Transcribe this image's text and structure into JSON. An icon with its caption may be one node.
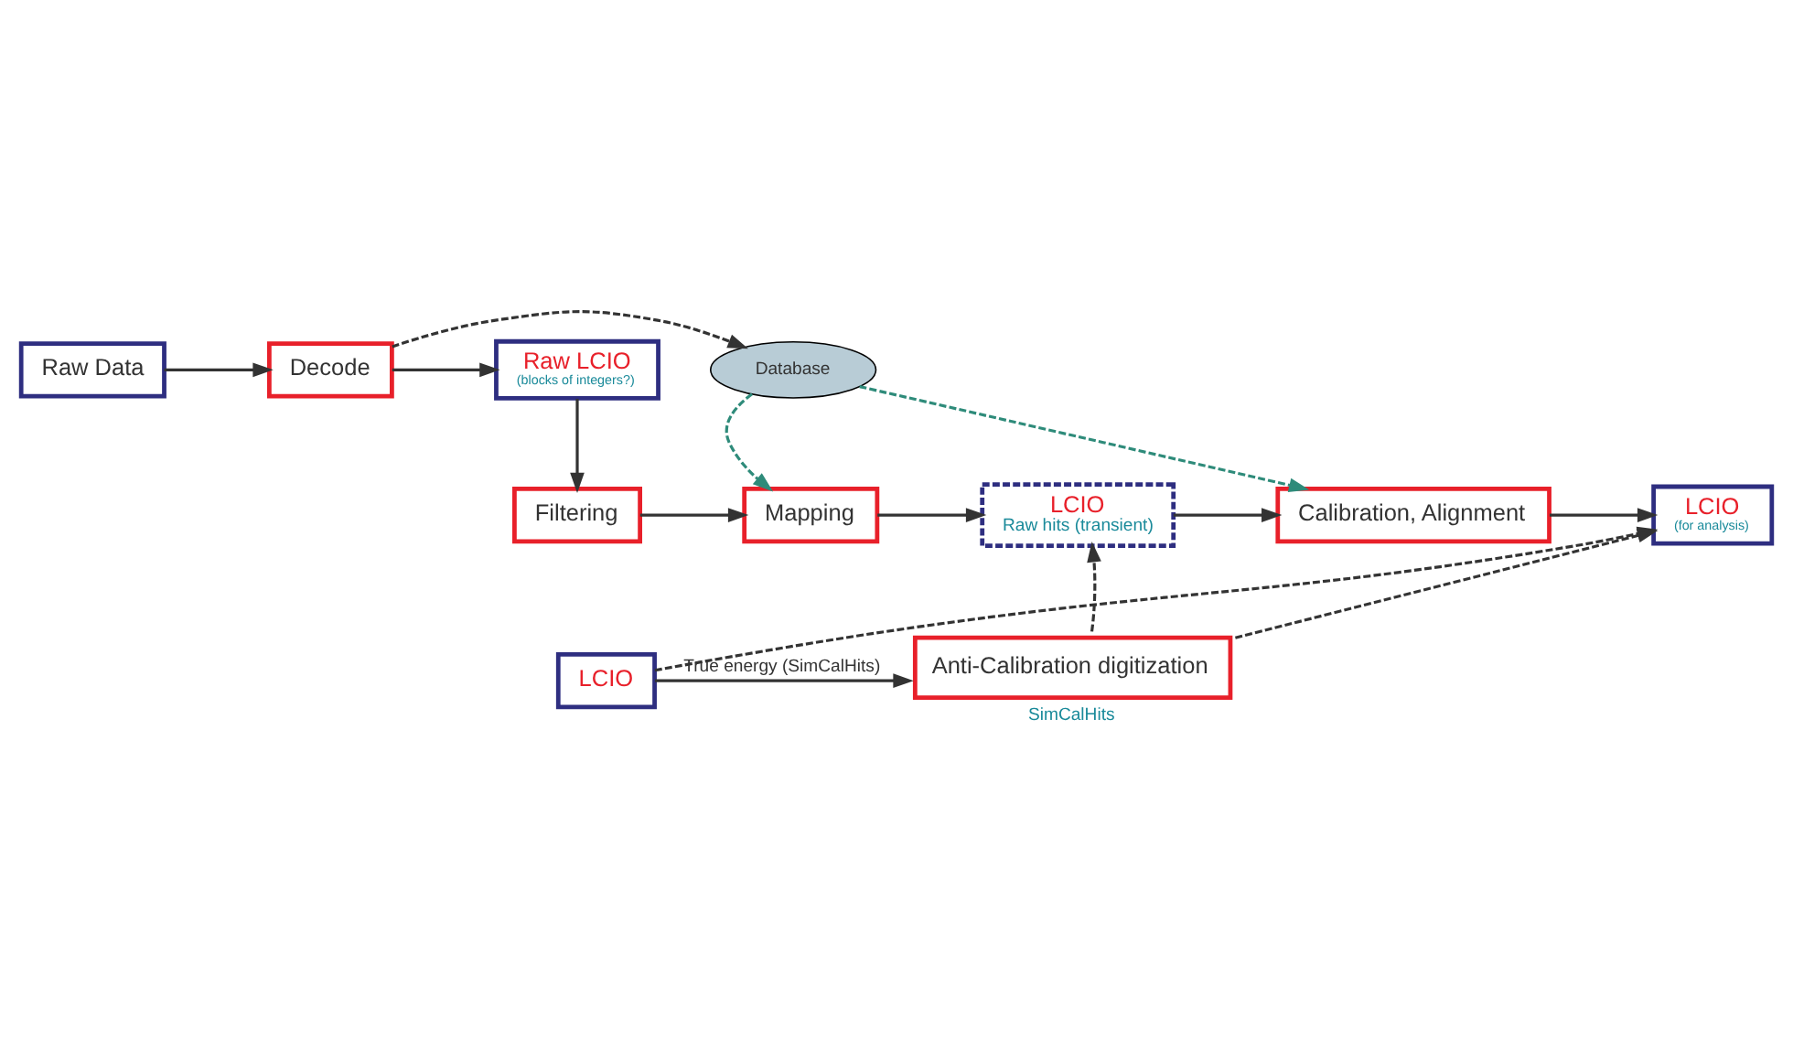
{
  "diagram": {
    "nodes": [
      {
        "text": [
          "Raw Data"
        ]
      },
      {
        "text": [
          "Decode"
        ]
      },
      {
        "text": [
          "Raw LCIO",
          "(blocks of integers?)"
        ]
      },
      {
        "text": [
          "Database"
        ]
      },
      {
        "text": [
          "Filtering"
        ]
      },
      {
        "text": [
          "Mapping"
        ]
      },
      {
        "text": [
          "LCIO",
          "Raw hits (transient)"
        ]
      },
      {
        "text": [
          "Calibration, Alignment"
        ]
      },
      {
        "text": [
          "LCIO",
          "(for analysis)"
        ]
      },
      {
        "text": [
          "LCIO"
        ]
      },
      {
        "text": [
          "Anti-Calibration digitization"
        ],
        "beside": [
          "SimCalHits"
        ]
      }
    ],
    "edges": [
      {
        "from": 0,
        "to": 1,
        "arrow": "to"
      },
      {
        "from": 1,
        "to": 2,
        "arrow": "to"
      },
      {
        "from": 1,
        "to": 3,
        "arrow": "to",
        "style": "dashed"
      },
      {
        "from": 2,
        "to": 4,
        "arrow": "to"
      },
      {
        "from": 3,
        "to": 5,
        "arrow": "to",
        "style": "dashed",
        "color": "#2e8b7a"
      },
      {
        "from": 3,
        "to": 7,
        "arrow": "to",
        "style": "dashed",
        "color": "#2e8b7a"
      },
      {
        "from": 4,
        "to": 5,
        "arrow": "to"
      },
      {
        "from": 5,
        "to": 6,
        "arrow": "to"
      },
      {
        "from": 6,
        "to": 7,
        "arrow": "to"
      },
      {
        "from": 7,
        "to": 8,
        "arrow": "to"
      },
      {
        "from": 9,
        "to": 10,
        "arrow": "to",
        "label": "True energy (SimCalHits)"
      },
      {
        "from": 10,
        "to": 6,
        "arrow": "to",
        "style": "dashed"
      },
      {
        "from": 10,
        "to": 8,
        "arrow": "to",
        "style": "dashed"
      },
      {
        "from": 9,
        "to": 8,
        "arrow": "to",
        "style": "dashed"
      }
    ]
  }
}
